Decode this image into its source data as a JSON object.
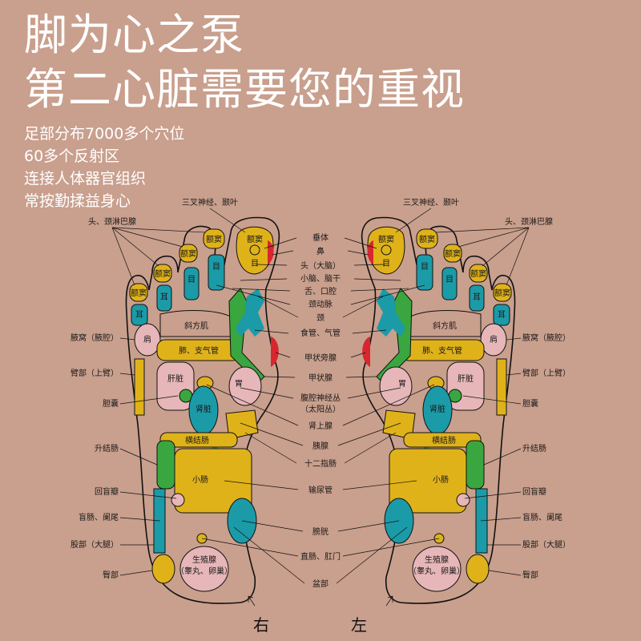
{
  "headline": {
    "line1": "脚为心之泵",
    "line2": "第二心脏需要您的重视"
  },
  "subtext": [
    "足部分布7000多个穴位",
    "60多个反射区",
    "连接人体器官组织",
    "常按勤揉益身心"
  ],
  "center_labels": [
    "垂体",
    "鼻",
    "头（大脑）",
    "小脑、脑干",
    "舌、口腔",
    "颈动脉",
    "颈",
    "食管、气管",
    "甲状旁腺",
    "甲状腺",
    "腹腔神经丛",
    "（太阳丛）",
    "肾上腺",
    "胰腺",
    "十二指肠",
    "输尿管",
    "膀胱",
    "直肠、肛门",
    "盆部"
  ],
  "top_label": "三叉神经、颞叶",
  "outer_labels": [
    "头、颈淋巴腺",
    "腋窝（腋腔）",
    "臂部（上臂）",
    "胆囊",
    "升结肠",
    "回盲瓣",
    "盲肠、阑尾",
    "股部（大腿）",
    "臀部"
  ],
  "inner_labels": {
    "sinus": "额窦",
    "eye": "目",
    "ear": "耳",
    "trapezius": "斜方肌",
    "shoulder": "肩",
    "lung": "肺、支气管",
    "liver": "肝脏",
    "stomach": "胃",
    "kidney": "肾脏",
    "colon": "横结肠",
    "intestine": "小肠",
    "gonad": "生殖腺",
    "gonad_sub": "（睾丸、卵巢）"
  },
  "foot_sides": {
    "right": "右",
    "left": "左"
  },
  "colors": {
    "background": "#c99f8d",
    "yellow": "#e0b21a",
    "teal": "#1b9ba8",
    "green": "#3aa640",
    "pink": "#e6b6b8",
    "red": "#d9262e"
  }
}
